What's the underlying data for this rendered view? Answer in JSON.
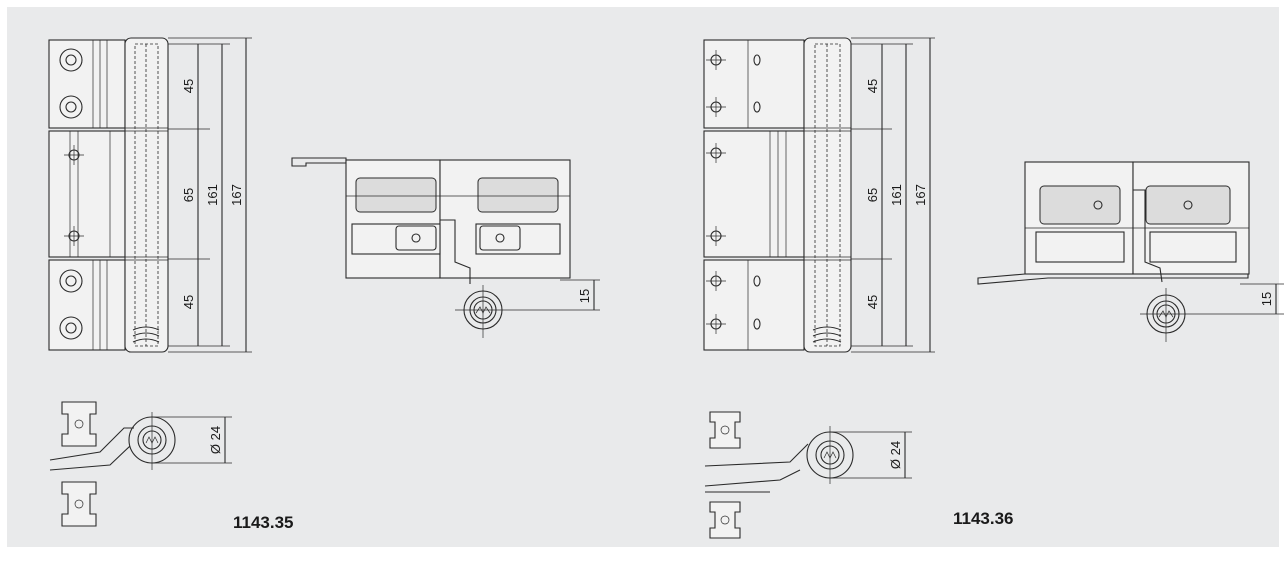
{
  "left": {
    "dims": {
      "d1": "45",
      "d2": "65",
      "d3": "161",
      "d4": "167",
      "d5": "45",
      "offset": "15",
      "diameter": "Ø 24"
    },
    "label": "1143.35"
  },
  "right": {
    "dims": {
      "d1": "45",
      "d2": "65",
      "d3": "161",
      "d4": "167",
      "d5": "45",
      "offset": "15",
      "diameter": "Ø 24"
    },
    "label": "1143.36"
  }
}
